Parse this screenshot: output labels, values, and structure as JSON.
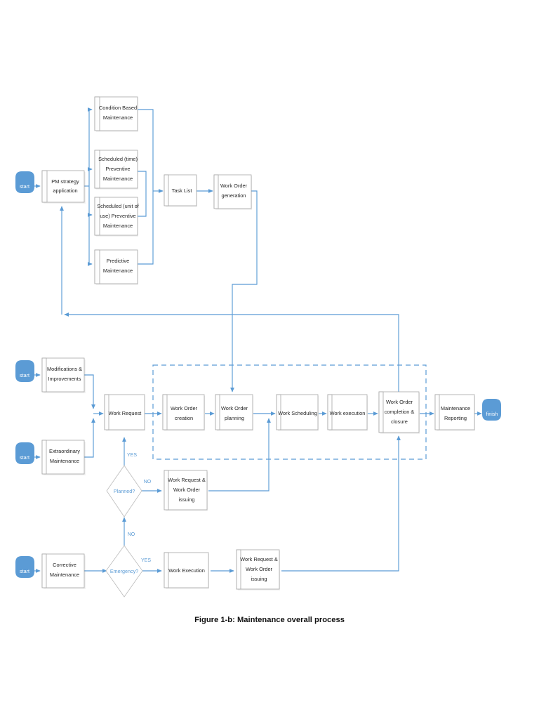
{
  "figure": {
    "caption": "Figure 1-b: Maintenance overall process",
    "accent_color": "#5b9bd5",
    "box_fill": "#ffffff",
    "box_stroke": "#a6a6a6",
    "text_color": "#262626"
  },
  "terminators": {
    "start_label": "start",
    "finish_label": "finish",
    "starts": [
      {
        "id": "start-pm",
        "label": "start"
      },
      {
        "id": "start-modifications",
        "label": "start"
      },
      {
        "id": "start-extraordinary",
        "label": "start"
      },
      {
        "id": "start-corrective",
        "label": "start"
      }
    ],
    "finish": {
      "id": "finish-node",
      "label": "finish"
    }
  },
  "nodes": {
    "pm_strategy": {
      "label": "PM strategy application",
      "lines": [
        "PM strategy",
        "application"
      ]
    },
    "condition_based": {
      "label": "Condition Based Maintenance",
      "lines": [
        "Condition Based",
        "Maintenance"
      ]
    },
    "scheduled_time": {
      "label": "Scheduled (time) Preventive Maintenance",
      "lines": [
        "Scheduled (time)",
        "Preventive",
        "Maintenance"
      ]
    },
    "scheduled_unit": {
      "label": "Scheduled (unit of use) Preventive Maintenance",
      "lines": [
        "Scheduled (unit of",
        "use) Preventive",
        "Maintenance"
      ]
    },
    "predictive": {
      "label": "Predictive Maintenance",
      "lines": [
        "Predictive",
        "Maintenance"
      ]
    },
    "task_list": {
      "label": "Task List",
      "lines": [
        "Task List"
      ]
    },
    "wo_generation": {
      "label": "Work Order generation",
      "lines": [
        "Work Order",
        "generation"
      ]
    },
    "modifications": {
      "label": "Modifications & Improvements",
      "lines": [
        "Modifications &",
        "Improvements"
      ]
    },
    "extraordinary": {
      "label": "Extraordinary Maintenance",
      "lines": [
        "Extraordinary",
        "Maintenance"
      ]
    },
    "corrective": {
      "label": "Corrective Maintenance",
      "lines": [
        "Corrective",
        "Maintenance"
      ]
    },
    "work_request": {
      "label": "Work Request",
      "lines": [
        "Work Request"
      ]
    },
    "wo_creation": {
      "label": "Work Order creation",
      "lines": [
        "Work Order",
        "creation"
      ]
    },
    "wo_planning": {
      "label": "Work Order planning",
      "lines": [
        "Work Order",
        "planning"
      ]
    },
    "work_scheduling": {
      "label": "Work Scheduling",
      "lines": [
        "Work Scheduling"
      ]
    },
    "work_execution_main": {
      "label": "Work execution",
      "lines": [
        "Work execution"
      ]
    },
    "wo_completion": {
      "label": "Work Order completion & closure",
      "lines": [
        "Work Order",
        "completion &",
        "closure"
      ]
    },
    "maintenance_reporting": {
      "label": "Maintenance Reporting",
      "lines": [
        "Maintenance",
        "Reporting"
      ]
    },
    "wr_wo_issuing_mid": {
      "label": "Work Request & Work Order issuing",
      "lines": [
        "Work Request &",
        "Work Order",
        "issuing"
      ]
    },
    "work_execution_bottom": {
      "label": "Work Execution",
      "lines": [
        "Work Execution"
      ]
    },
    "wr_wo_issuing_bottom": {
      "label": "Work Request & Work Order issuing",
      "lines": [
        "Work Request &",
        "Work Order",
        "issuing"
      ]
    }
  },
  "decisions": {
    "planned": {
      "label": "Planned?"
    },
    "emergency": {
      "label": "Emergency?"
    }
  },
  "edge_labels": {
    "planned_yes": "YES",
    "planned_no": "NO",
    "emergency_no": "NO",
    "emergency_yes": "YES"
  }
}
